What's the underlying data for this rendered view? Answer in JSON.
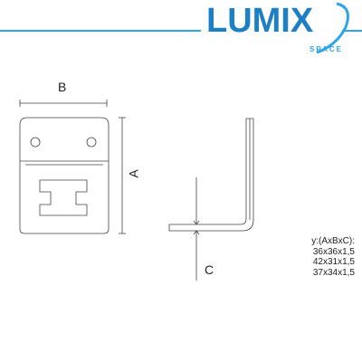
{
  "brand": {
    "name": "LUMIX",
    "tagline": "SPACE",
    "colors": {
      "primary": "#1d7fc4",
      "accent": "#2ea3e6"
    }
  },
  "dimensions": {
    "a_label": "A",
    "b_label": "B",
    "c_label": "C"
  },
  "variants": {
    "header": "y:(AxBxC):",
    "sizes": [
      "36x36x1,5",
      "42x31x1,5",
      "37x34x1,5"
    ]
  }
}
